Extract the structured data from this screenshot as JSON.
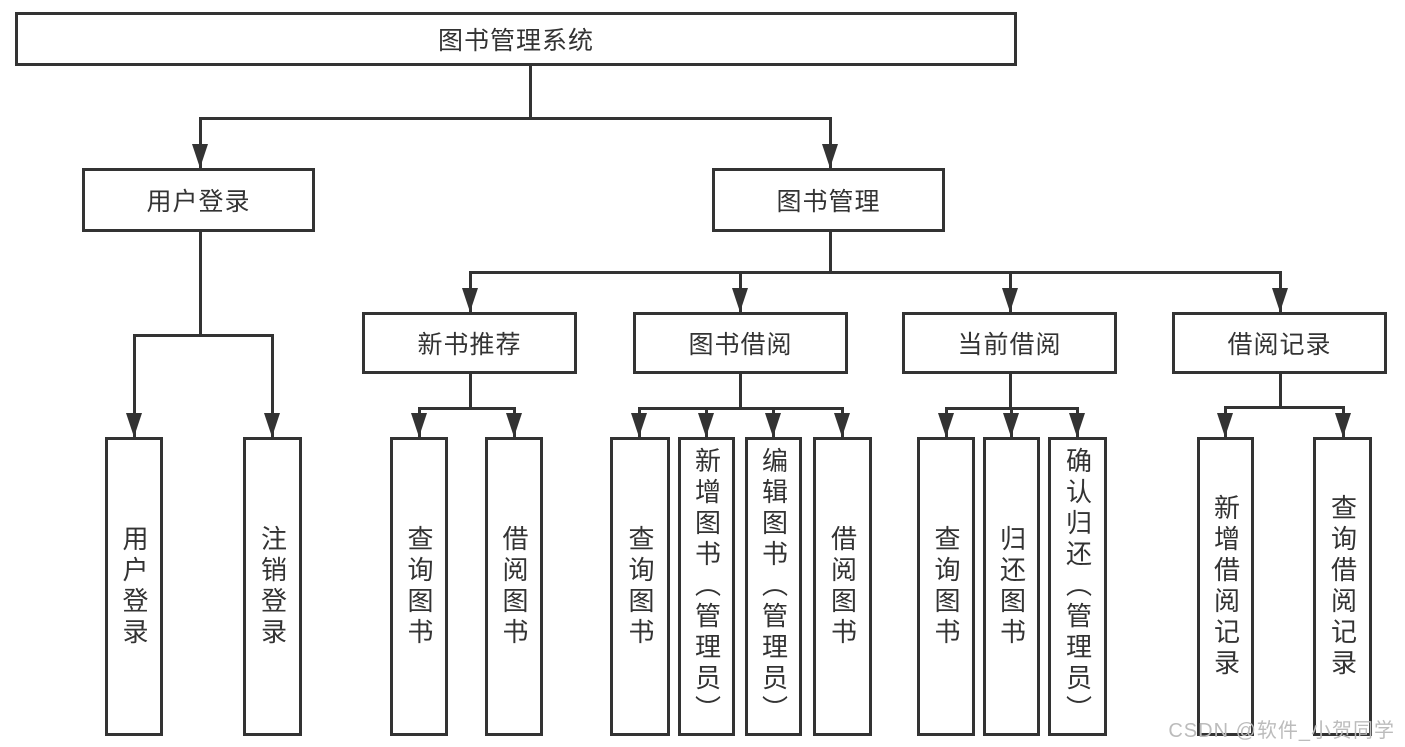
{
  "diagram": {
    "root": {
      "label": "图书管理系统"
    },
    "branches": {
      "user_login": {
        "label": "用户登录",
        "children": [
          "用户登录",
          "注销登录"
        ]
      },
      "book_mgmt": {
        "label": "图书管理"
      }
    },
    "modules": [
      {
        "label": "新书推荐",
        "children": [
          "查询图书",
          "借阅图书"
        ]
      },
      {
        "label": "图书借阅",
        "children": [
          "查询图书",
          "新增图书（管理员）",
          "编辑图书（管理员）",
          "借阅图书"
        ]
      },
      {
        "label": "当前借阅",
        "children": [
          "查询图书",
          "归还图书",
          "确认归还（管理员）"
        ]
      },
      {
        "label": "借阅记录",
        "children": [
          "新增借阅记录",
          "查询借阅记录"
        ]
      }
    ]
  },
  "watermark": {
    "text": "CSDN @软件_小贺同学"
  },
  "colors": {
    "line": "#333333",
    "text": "#333333",
    "watermark": "#bcbcbc",
    "background": "#ffffff"
  }
}
